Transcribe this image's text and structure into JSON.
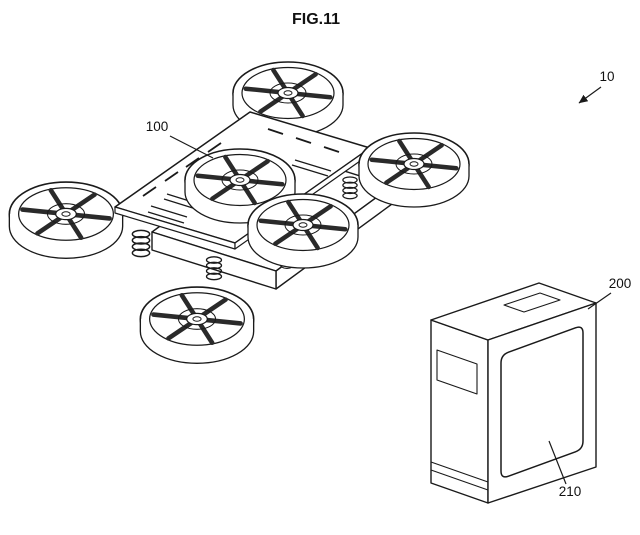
{
  "figure": {
    "title": "FIG.11",
    "labels": {
      "overall": "10",
      "flying_apparatus": "100",
      "external_device": "200",
      "display": "210"
    },
    "ink_color": "#1a1a1a",
    "background_color": "#ffffff"
  }
}
